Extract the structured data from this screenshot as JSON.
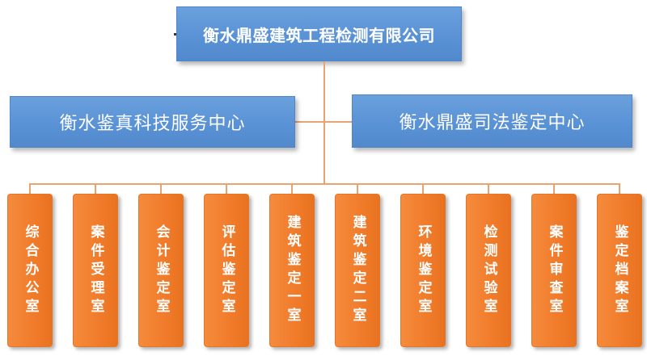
{
  "org_chart": {
    "root": "衡水鼎盛建筑工程检测有限公司",
    "centers": [
      "衡水鉴真科技服务中心",
      "衡水鼎盛司法鉴定中心"
    ],
    "departments": [
      "综合办公室",
      "案件受理室",
      "会计鉴定室",
      "评估鉴定室",
      "建筑鉴定一室",
      "建筑鉴定二室",
      "环境鉴定室",
      "检测试验室",
      "案件审查室",
      "鉴定档案室"
    ],
    "colors": {
      "blue_box": "#5b93d6",
      "orange_box": "#f07b2a",
      "connector": "#e7a370"
    }
  }
}
